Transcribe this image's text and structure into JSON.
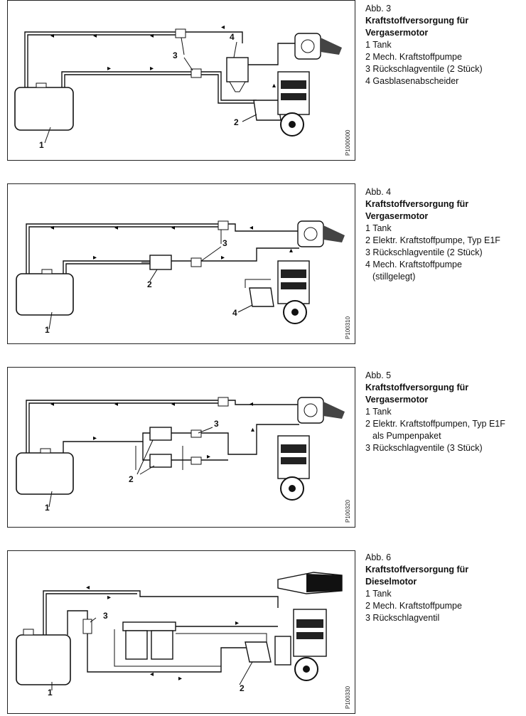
{
  "figures": [
    {
      "fig": "Abb. 3",
      "title_lines": [
        "Kraftstoffversorgung für",
        "Vergasermotor"
      ],
      "items": [
        "1 Tank",
        "2 Mech. Kraftstoffpumpe",
        "3 Rückschlagventile (2 Stück)",
        "4 Gasblasenabscheider"
      ],
      "code": "P1000000",
      "callouts": [
        "1",
        "2",
        "3",
        "4"
      ]
    },
    {
      "fig": "Abb. 4",
      "title_lines": [
        "Kraftstoffversorgung für",
        "Vergasermotor"
      ],
      "items": [
        "1 Tank",
        "2 Elektr. Kraftstoffpumpe, Typ E1F",
        "3 Rückschlagventile (2 Stück)",
        "4 Mech. Kraftstoffpumpe",
        "(stillgelegt)"
      ],
      "code": "P100310",
      "callouts": [
        "1",
        "2",
        "3",
        "4"
      ]
    },
    {
      "fig": "Abb. 5",
      "title_lines": [
        "Kraftstoffversorgung für",
        "Vergasermotor"
      ],
      "items": [
        "1 Tank",
        "2 Elektr. Kraftstoffpumpen, Typ E1F",
        "als Pumpenpaket",
        "3 Rückschlagventile (3 Stück)"
      ],
      "code": "P100320",
      "callouts": [
        "1",
        "2",
        "3"
      ]
    },
    {
      "fig": "Abb. 6",
      "title_lines": [
        "Kraftstoffversorgung für",
        "Dieselmotor"
      ],
      "items": [
        "1 Tank",
        "2 Mech. Kraftstoffpumpe",
        "3 Rückschlagventil"
      ],
      "code": "P100330",
      "callouts": [
        "1",
        "2",
        "3"
      ]
    }
  ]
}
